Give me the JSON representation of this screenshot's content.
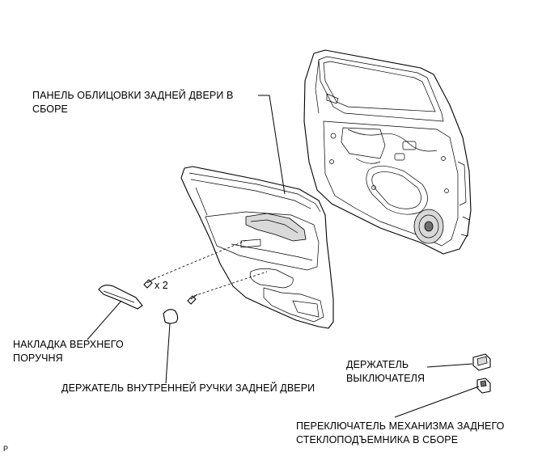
{
  "labels": {
    "door_trim_panel": "ПАНЕЛЬ ОБЛИЦОВКИ ЗАДНЕЙ ДВЕРИ В\nСБОРЕ",
    "armrest_cover": "НАКЛАДКА ВЕРХНЕГО\nПОРУЧНЯ",
    "inside_handle_bezel": "ДЕРЖАТЕЛЬ ВНУТРЕННЕЙ РУЧКИ ЗАДНЕЙ ДВЕРИ",
    "switch_bezel": "ДЕРЖАТЕЛЬ\nВЫКЛЮЧАТЕЛЯ",
    "window_regulator_switch": "ПЕРЕКЛЮЧАТЕЛЬ МЕХАНИЗМА ЗАДНЕГО\nСТЕКЛОПОДЪЕМНИКА В СБОРЕ"
  },
  "screw_quantity": "x 2",
  "figure_code": "P"
}
